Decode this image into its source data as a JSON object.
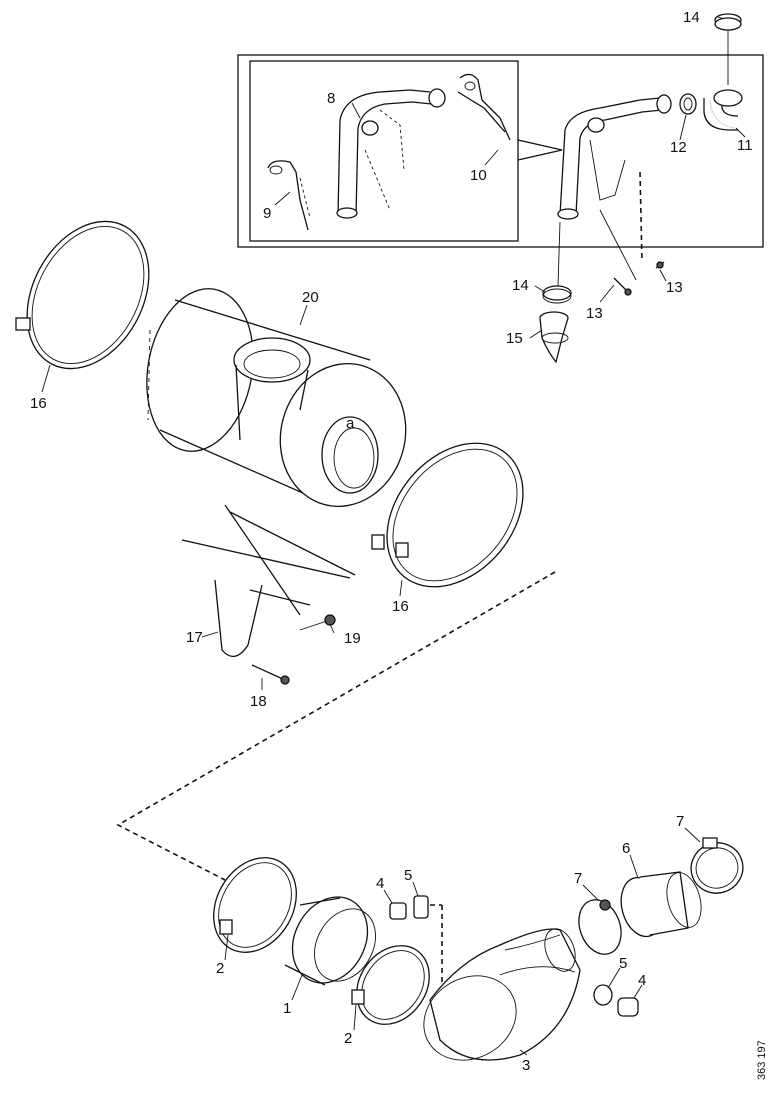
{
  "labels": {
    "l1": "1",
    "l2a": "2",
    "l2b": "2",
    "l3": "3",
    "l4a": "4",
    "l4b": "4",
    "l5a": "5",
    "l5b": "5",
    "l6": "6",
    "l7a": "7",
    "l7b": "7",
    "l8": "8",
    "l9": "9",
    "l10": "10",
    "l11": "11",
    "l12": "12",
    "l13a": "13",
    "l13b": "13",
    "l14a": "14",
    "l14b": "14",
    "l15": "15",
    "l16a": "16",
    "l16b": "16",
    "l17": "17",
    "l18": "18",
    "l19": "19",
    "l20": "20",
    "la": "a"
  },
  "reference": "363 197"
}
